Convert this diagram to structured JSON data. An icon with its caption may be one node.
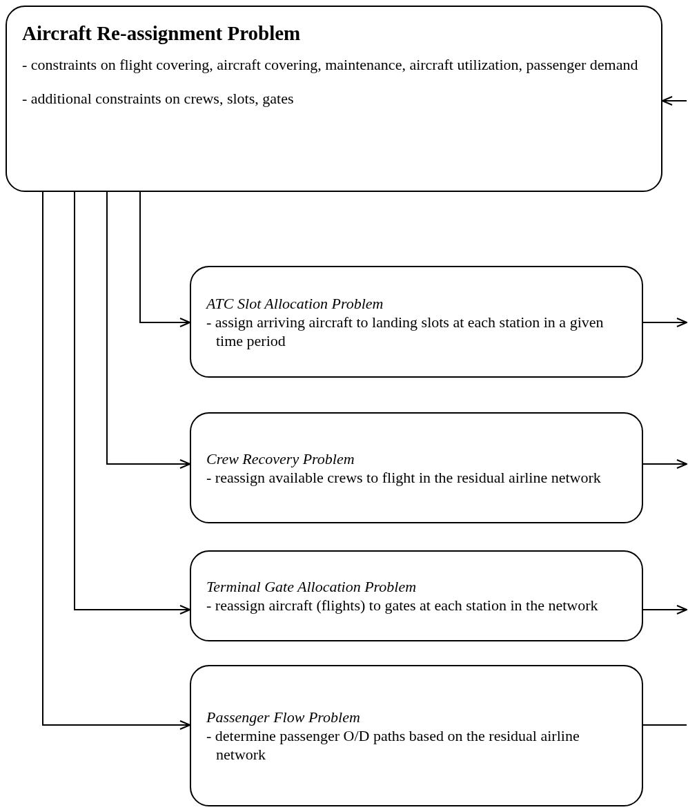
{
  "diagram": {
    "nodes": [
      {
        "text": [
          "Aircraft Re-assignment Problem",
          "- constraints on flight covering, aircraft covering, maintenance, aircraft utilization, passenger demand",
          "- additional constraints on crews, slots, gates"
        ]
      },
      {
        "text": [
          "ATC Slot Allocation Problem",
          "- assign arriving aircraft to landing slots at each station in a given time period"
        ]
      },
      {
        "text": [
          "Crew Recovery Problem",
          "- reassign available crews to flight in the residual airline network"
        ]
      },
      {
        "text": [
          "Terminal Gate Allocation Problem",
          "- reassign aircraft (flights) to gates at each station in the network"
        ]
      },
      {
        "text": [
          "Passenger Flow Problem",
          "- determine passenger O/D paths based on the residual airline network"
        ]
      }
    ],
    "edges": [
      {
        "from": 0,
        "to": 1,
        "arrow": "to"
      },
      {
        "from": 0,
        "to": 2,
        "arrow": "to"
      },
      {
        "from": 0,
        "to": 3,
        "arrow": "to"
      },
      {
        "from": 0,
        "to": 4,
        "arrow": "to"
      },
      {
        "from": 1,
        "to": null,
        "arrow": "to"
      },
      {
        "from": 2,
        "to": null,
        "arrow": "to"
      },
      {
        "from": 3,
        "to": null,
        "arrow": "to"
      },
      {
        "from": 4,
        "to": null,
        "arrow": "none"
      },
      {
        "from": null,
        "to": 0,
        "arrow": "to"
      }
    ]
  }
}
